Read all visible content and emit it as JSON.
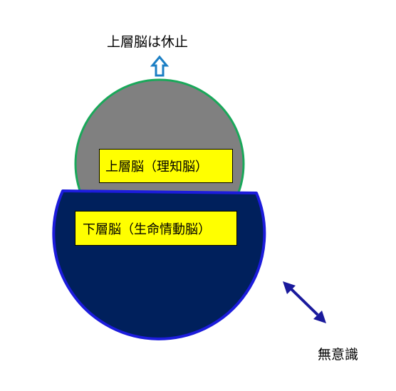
{
  "labels": {
    "upper_brain_rest": "上層脳は休止",
    "upper_brain": "上層脳（理知脳）",
    "lower_brain": "下層脳（生命情動脳）",
    "unconscious": "無意識"
  },
  "icons": {
    "up_arrow": "up-arrow-icon",
    "double_arrow": "double-headed-arrow-icon"
  },
  "colors": {
    "upper_circle_fill": "#808080",
    "upper_circle_stroke": "#1aa85a",
    "lower_shape_fill": "#00205c",
    "lower_shape_stroke": "#1c1cdc",
    "up_arrow_stroke": "#1c7fc4",
    "double_arrow": "#1a1a9c",
    "label_box_fill": "#ffff00"
  }
}
